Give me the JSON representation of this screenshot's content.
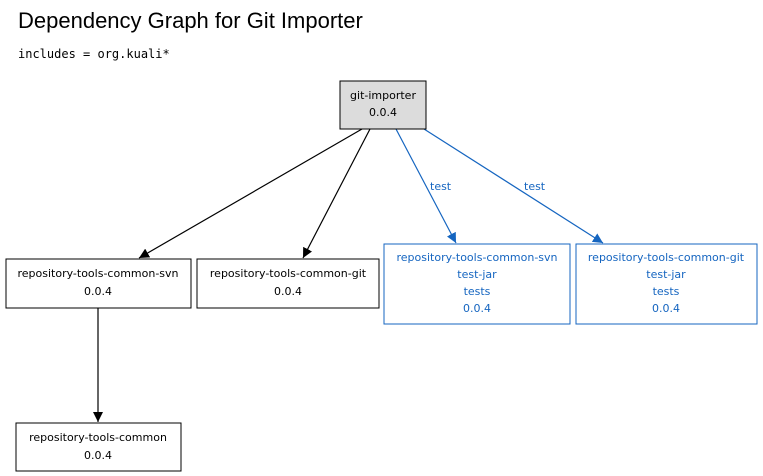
{
  "title": "Dependency Graph for Git Importer",
  "filter": "includes = org.kuali*",
  "colors": {
    "compile": "#000000",
    "test": "#1565c0",
    "root_fill": "#dcdcdc"
  },
  "nodes": {
    "root": {
      "lines": [
        "git-importer",
        "0.0.4"
      ]
    },
    "svn": {
      "lines": [
        "repository-tools-common-svn",
        "0.0.4"
      ]
    },
    "git": {
      "lines": [
        "repository-tools-common-git",
        "0.0.4"
      ]
    },
    "svn_test": {
      "lines": [
        "repository-tools-common-svn",
        "test-jar",
        "tests",
        "0.0.4"
      ]
    },
    "git_test": {
      "lines": [
        "repository-tools-common-git",
        "test-jar",
        "tests",
        "0.0.4"
      ]
    },
    "common": {
      "lines": [
        "repository-tools-common",
        "0.0.4"
      ]
    }
  },
  "edges": {
    "root_svn": {
      "label": ""
    },
    "root_git": {
      "label": ""
    },
    "root_svn_test": {
      "label": "test"
    },
    "root_git_test": {
      "label": "test"
    },
    "svn_common": {
      "label": ""
    }
  }
}
